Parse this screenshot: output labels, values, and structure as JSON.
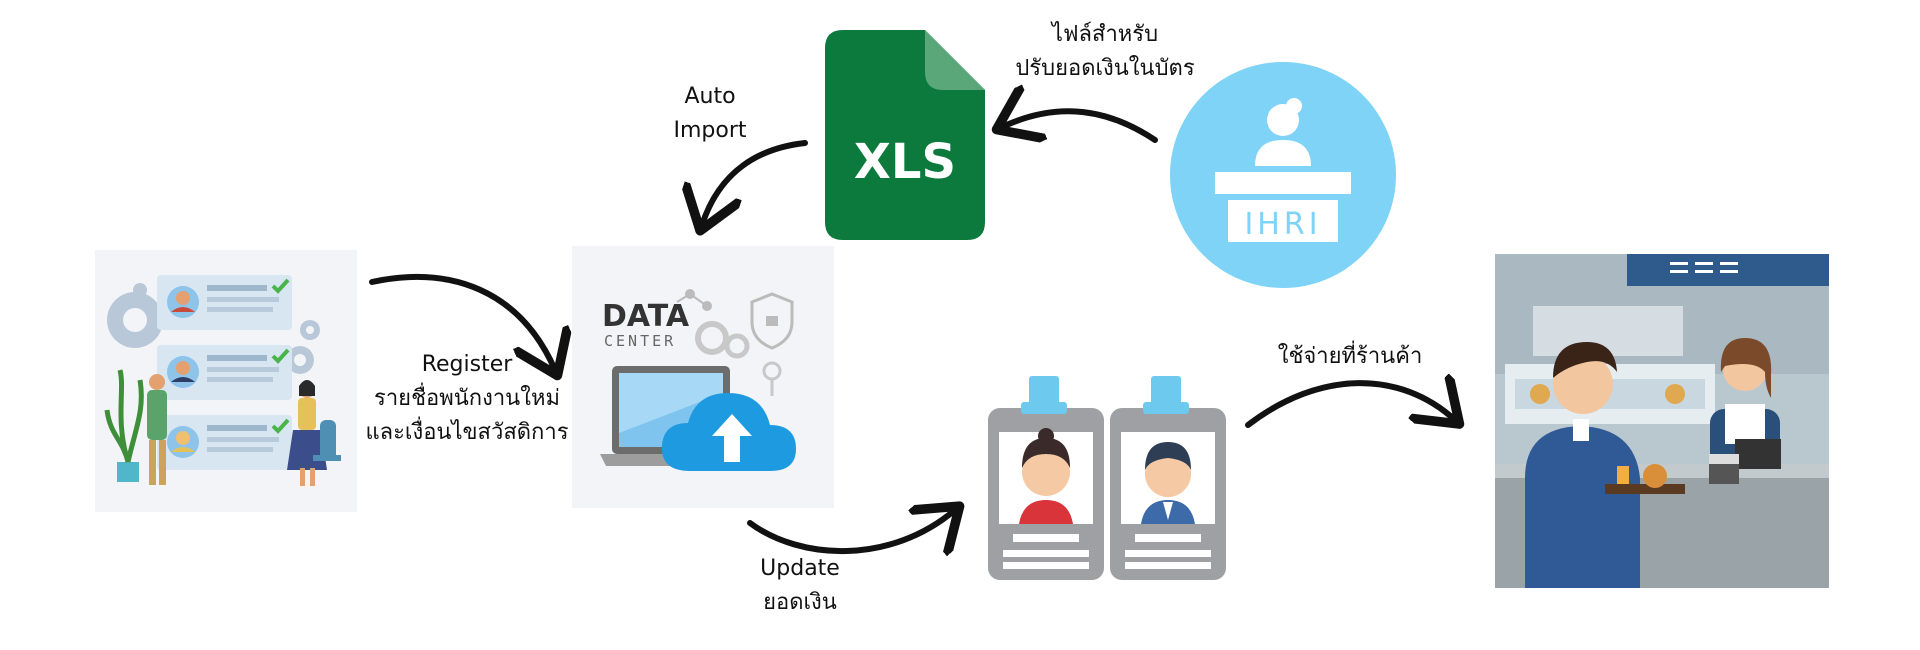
{
  "labels": {
    "register": {
      "line1": "Register",
      "line2": "รายชื่อพนักงานใหม่",
      "line3": "และเงื่อนไขสวัสดิการ"
    },
    "auto_import": {
      "line1": "Auto",
      "line2": "Import"
    },
    "xls_file": {
      "line1": "ไฟล์สำหรับ",
      "line2": "ปรับยอดเงินในบัตร"
    },
    "update": {
      "line1": "Update",
      "line2": "ยอดเงิน"
    },
    "spend": {
      "line1": "ใช้จ่ายที่ร้านค้า"
    }
  },
  "nodes": {
    "xls_icon_text": "XLS",
    "hr_sign_text": "IHRI",
    "data_center_title": "DATA",
    "data_center_subtitle": "CENTER"
  },
  "colors": {
    "xls_green": "#0b7a3c",
    "xls_fold": "#5aa77a",
    "hr_circle": "#7fd3f7",
    "cloud_blue": "#1e9be0",
    "badge_gray": "#9ea0a3",
    "badge_clip": "#6ec9ee"
  },
  "icons": {
    "registration": "registration-illustration-icon",
    "data_center": "data-center-laptop-cloud-icon",
    "xls": "xls-file-icon",
    "hr": "hr-desk-person-icon",
    "badges": "employee-id-badges-icon",
    "canteen": "canteen-payment-illustration-icon"
  }
}
